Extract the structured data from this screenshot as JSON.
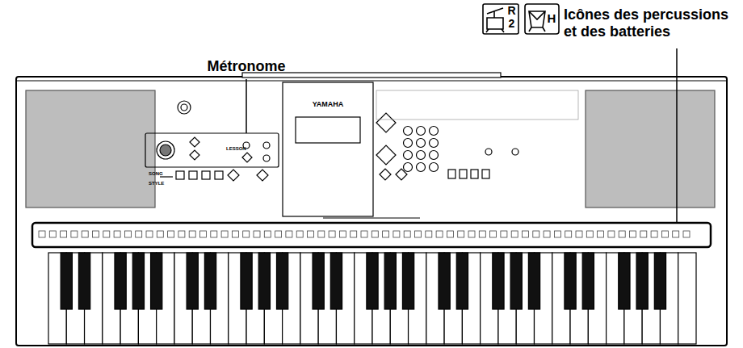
{
  "diagram": {
    "labels": [
      "Métronome",
      "Icônes des percussions et des batteries",
      "R",
      "2",
      "H",
      "YAMAHA",
      "SONG",
      "STYLE",
      "LESSON"
    ]
  }
}
